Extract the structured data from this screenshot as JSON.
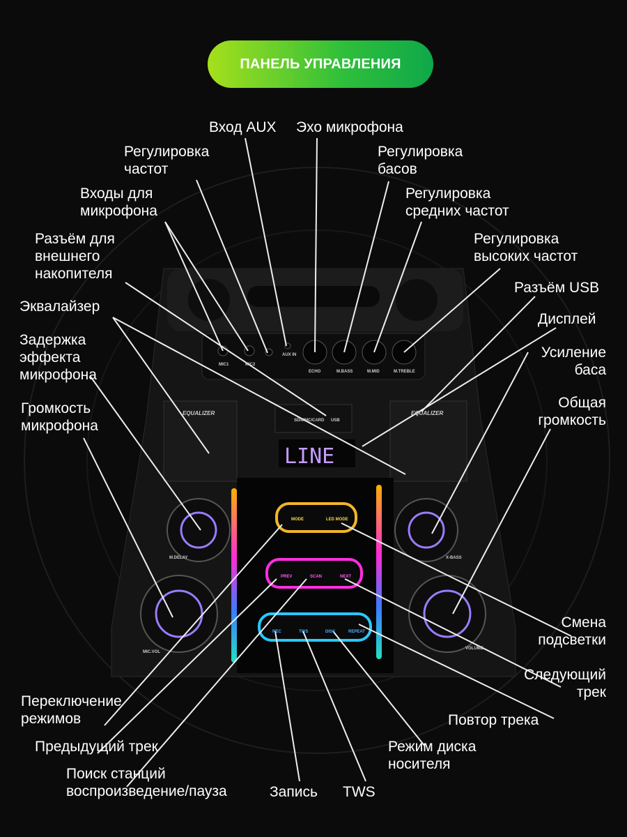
{
  "title": "ПАНЕЛЬ УПРАВЛЕНИЯ",
  "labels": {
    "aux": "Вход AUX",
    "echo": "Эхо микрофона",
    "freq": "Регулировка\nчастот",
    "bass": "Регулировка\nбасов",
    "mic_inputs": "Входы для\nмикрофона",
    "mid": "Регулировка\nсредних частот",
    "storage": "Разъём для\nвнешнего\nнакопителя",
    "treble": "Регулировка\nвысоких частот",
    "usb": "Разъём USB",
    "eq": "Эквалайзер",
    "display": "Дисплей",
    "delay": "Задержка\nэффекта\nмикрофона",
    "xbass": "Усиление\nбаса",
    "mic_vol": "Громкость\nмикрофона",
    "volume": "Общая\nгромкость",
    "led": "Смена\nподсветки",
    "mode": "Переключение\nрежимов",
    "next": "Следующий\nтрек",
    "repeat": "Повтор трека",
    "prev": "Предыдущий трек",
    "disc": "Режим диска\nносителя",
    "scan": "Поиск станций\nвоспроизведение/пауза",
    "rec": "Запись",
    "tws": "TWS"
  },
  "device": {
    "mic1": "MIC1",
    "mic2": "MIC2",
    "auxin": "AUX IN",
    "echo": "ECHO",
    "mbass": "M.BASS",
    "mmid": "M.MID",
    "mtreble": "M.TREBLE",
    "sd": "SD/MMC/CARD",
    "usb": "USB",
    "eq_left": "EQUALIZER",
    "eq_right": "EQUALIZER",
    "display": "LINE",
    "mdelay": "M.DELAY",
    "xbass": "X-BASS",
    "micvol": "MIC.VOL",
    "volume": "VOLUME",
    "mode": "MODE",
    "ledmode": "LED MODE",
    "prev": "PREV",
    "scan": "SCAN",
    "next": "NEXT",
    "rec": "REC",
    "tws": "TWS",
    "disc": "DISC",
    "repeat": "REPEAT"
  }
}
